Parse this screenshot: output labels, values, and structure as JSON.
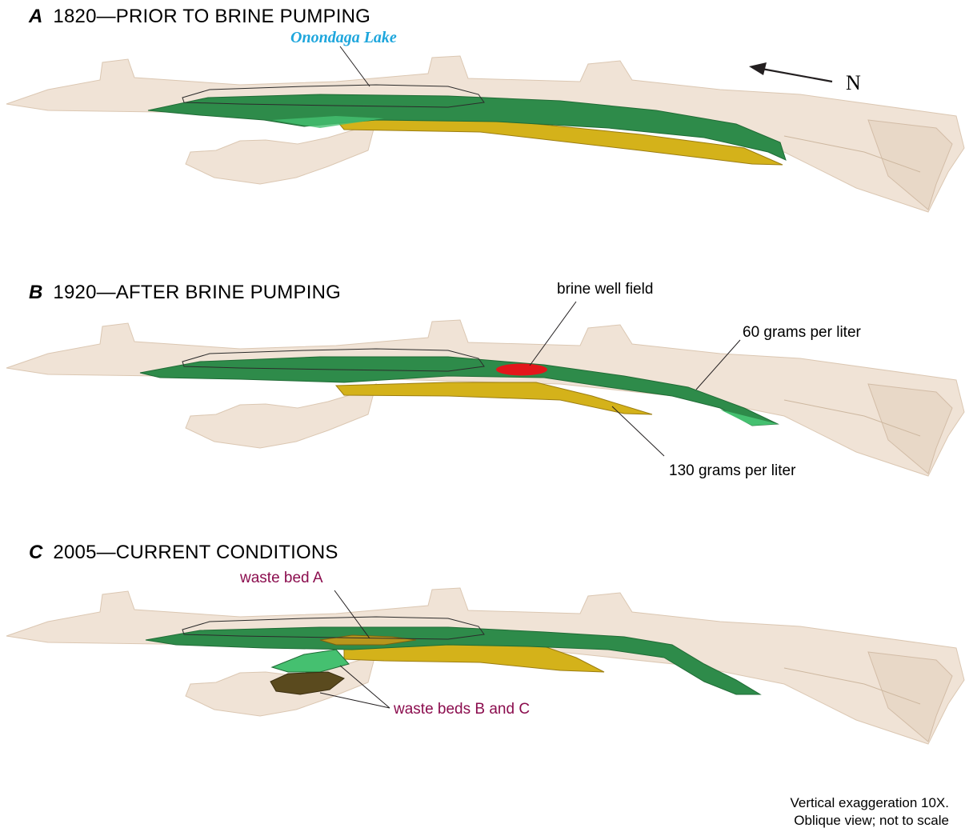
{
  "panels": [
    {
      "letter": "A",
      "title": "1820—PRIOR TO BRINE PUMPING",
      "lake_label": "Onondaga Lake",
      "north_label": "N"
    },
    {
      "letter": "B",
      "title": "1920—AFTER BRINE PUMPING",
      "labels": {
        "well_field": "brine well field",
        "g60": "60 grams per liter",
        "g130": "130 grams per liter"
      }
    },
    {
      "letter": "C",
      "title": "2005—CURRENT CONDITIONS",
      "labels": {
        "waste_a": "waste bed A",
        "waste_bc": "waste beds B and C"
      }
    }
  ],
  "notes": {
    "line1": "Vertical exaggeration 10X.",
    "line2": "Oblique view;  not to scale"
  },
  "colors": {
    "terrain": "#efe1d2",
    "terrain_edge": "#d9c5b0",
    "brine_60": "#2e8b4a",
    "brine_60_dark": "#1f6b35",
    "brine_60_light": "#45c070",
    "brine_130": "#d4b21a",
    "brine_130_dark": "#9c7d10",
    "well_field": "#e3161b",
    "lake_label": "#1ea6dc",
    "waste_label": "#8b0d4e",
    "waste_bed": "#5a4a1e"
  }
}
